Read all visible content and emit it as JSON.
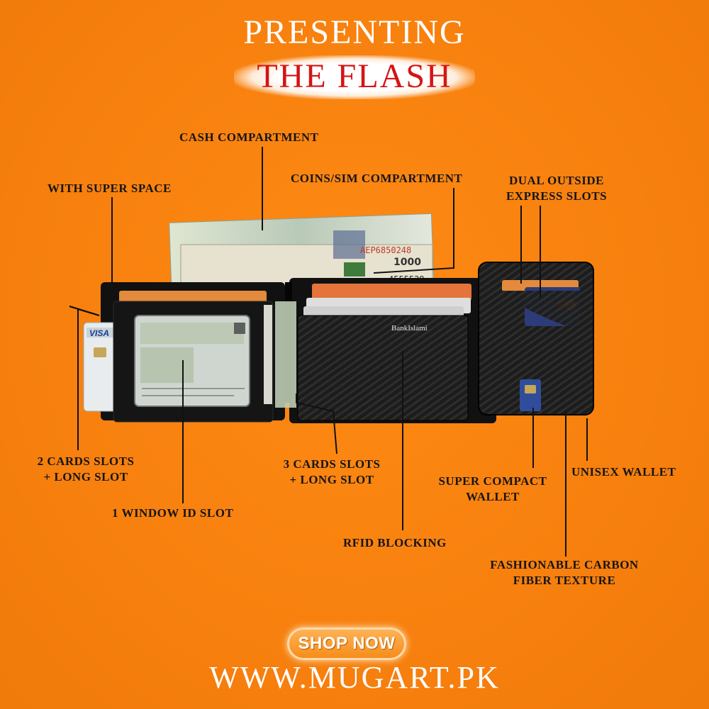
{
  "header": {
    "line1": "PRESENTING",
    "line2": "THE FLASH"
  },
  "labels": {
    "cash": "CASH COMPARTMENT",
    "coins": "COINS/SIM COMPARTMENT",
    "super_space": "WITH SUPER SPACE",
    "dual_1": "DUAL OUTSIDE",
    "dual_2": "EXPRESS SLOTS",
    "cards2_1": "2 CARDS SLOTS",
    "cards2_2": "+ LONG SLOT",
    "cards3_1": "3 CARDS SLOTS",
    "cards3_2": "+ LONG SLOT",
    "window_id": "1 WINDOW ID SLOT",
    "compact_1": "SUPER COMPACT",
    "compact_2": "WALLET",
    "unisex": "UNISEX WALLET",
    "rfid": "RFID BLOCKING",
    "carbon_1": "FASHIONABLE CARBON",
    "carbon_2": "FIBER TEXTURE"
  },
  "product_art": {
    "card_brand": "VISA",
    "bank_card": "BankIslami",
    "note_serial_1": "AEP6850248",
    "note_serial_2": "4555539",
    "note_value": "1000"
  },
  "cta": {
    "button": "SHOP NOW",
    "url": "WWW.MUGART.PK"
  },
  "colors": {
    "background": "#f7800e",
    "title_red": "#d51414",
    "label_text": "#151515"
  }
}
